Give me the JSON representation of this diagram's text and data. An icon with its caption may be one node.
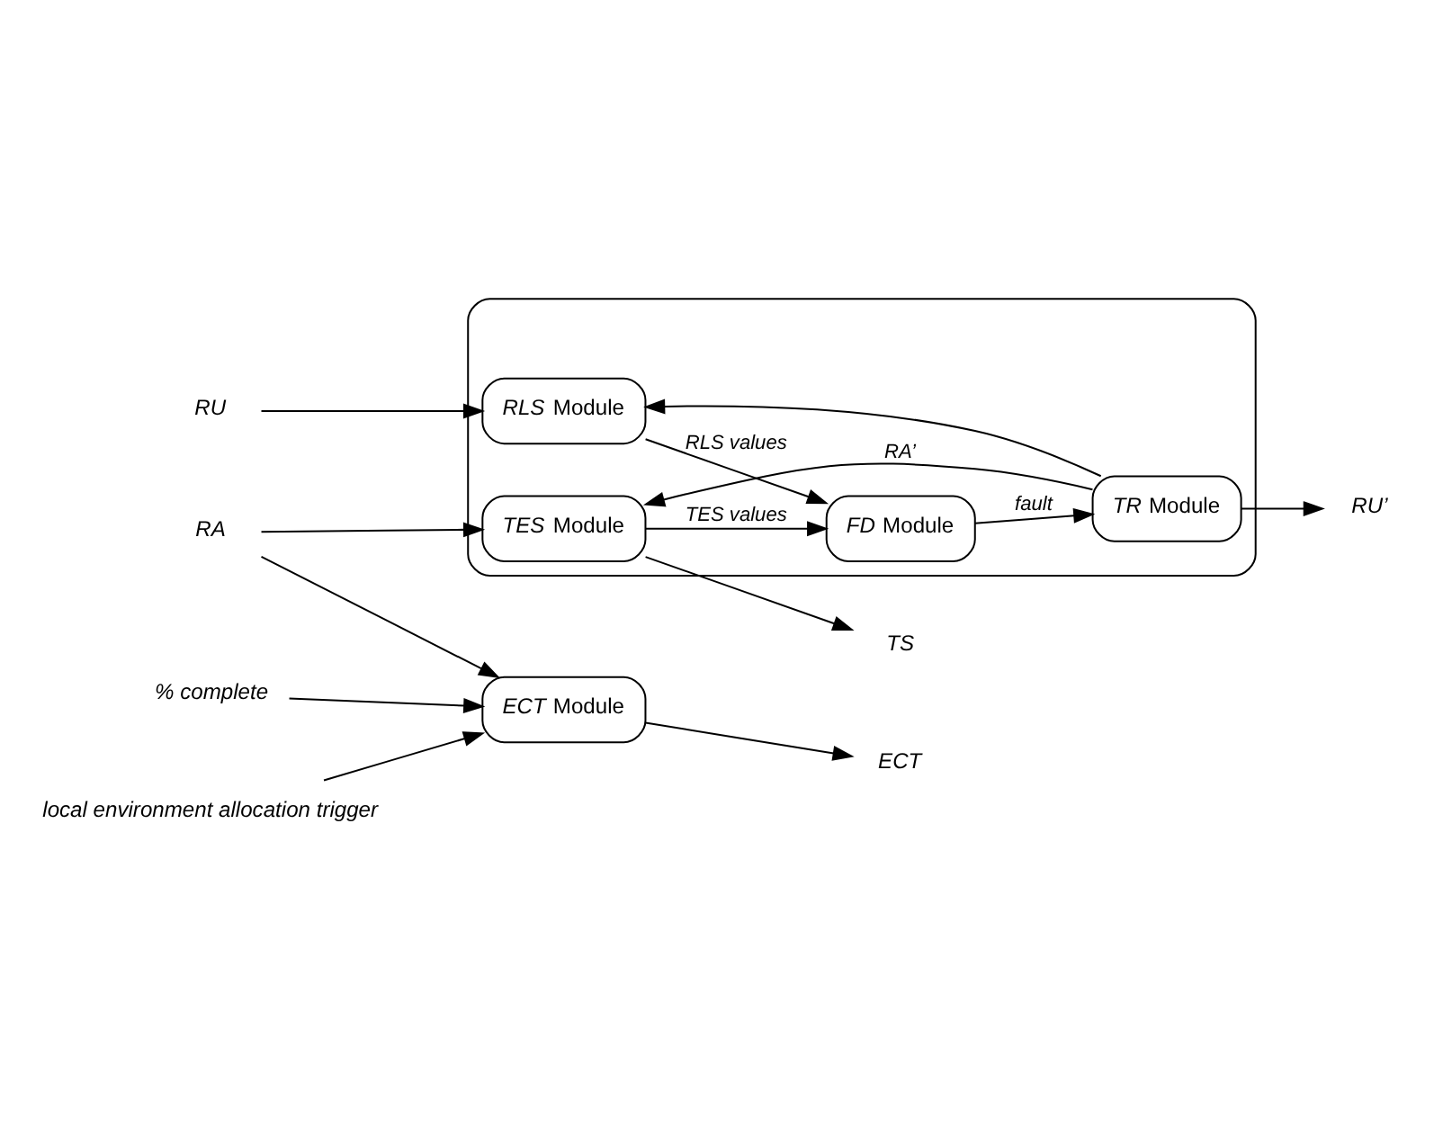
{
  "diagram": {
    "nodes": [
      {
        "text": [],
        "shape": "box"
      },
      {
        "text": [
          "*RLS* Module"
        ],
        "in": 0
      },
      {
        "text": [
          "*TES* Module"
        ],
        "in": 0
      },
      {
        "text": [
          "*FD* Module"
        ],
        "in": 0
      },
      {
        "text": [
          "*TR* Module"
        ],
        "in": 0
      },
      {
        "text": [
          "*ECT* Module"
        ]
      },
      {
        "text": [
          "*RU*"
        ]
      },
      {
        "text": [
          "*RA*"
        ]
      },
      {
        "text": [
          "*RU’*"
        ]
      },
      {
        "text": [
          "*TS*"
        ]
      },
      {
        "text": [
          "*ECT*"
        ]
      },
      {
        "text": [
          "*% complete*"
        ]
      },
      {
        "text": [
          "*local environment allocation trigger*"
        ]
      }
    ],
    "edges": [
      {
        "from": 6,
        "to": 1,
        "arrow": "to"
      },
      {
        "from": 7,
        "to": 2,
        "arrow": "to"
      },
      {
        "from": 7,
        "to": 5,
        "arrow": "to"
      },
      {
        "from": 1,
        "to": 3,
        "arrow": "to",
        "label": "*RLS values*"
      },
      {
        "from": 2,
        "to": 3,
        "arrow": "to",
        "label": "*TES values*"
      },
      {
        "from": 3,
        "to": 4,
        "arrow": "to",
        "label": "*fault*"
      },
      {
        "from": 4,
        "to": 8,
        "arrow": "to"
      },
      {
        "from": 4,
        "to": 1,
        "arrow": "to"
      },
      {
        "from": 4,
        "to": 2,
        "arrow": "to",
        "label": "*RA’*"
      },
      {
        "from": 2,
        "to": 9,
        "arrow": "to"
      },
      {
        "from": 11,
        "to": 5,
        "arrow": "to"
      },
      {
        "from": 12,
        "to": 5,
        "arrow": "to"
      },
      {
        "from": 5,
        "to": 10,
        "arrow": "to"
      }
    ]
  }
}
